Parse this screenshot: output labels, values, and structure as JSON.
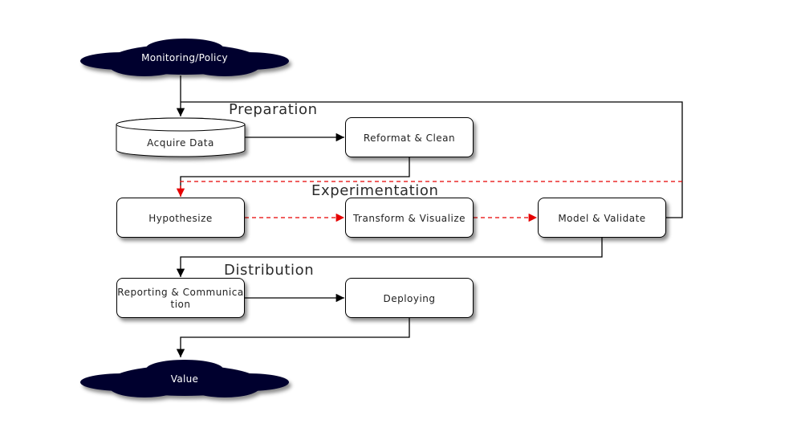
{
  "sections": {
    "preparation": "Preparation",
    "experimentation": "Experimentation",
    "distribution": "Distribution"
  },
  "nodes": {
    "monitoring": "Monitoring/Policy",
    "acquire": "Acquire Data",
    "reformat": "Reformat & Clean",
    "hypothesize": "Hypothesize",
    "transform": "Transform & Visualize",
    "model": "Model & Validate",
    "reporting": "Reporting & Communication",
    "deploying": "Deploying",
    "value": "Value"
  },
  "colors": {
    "cloud_fill": "#00002e",
    "edge": "#000000",
    "dashed_edge": "#e60000"
  }
}
